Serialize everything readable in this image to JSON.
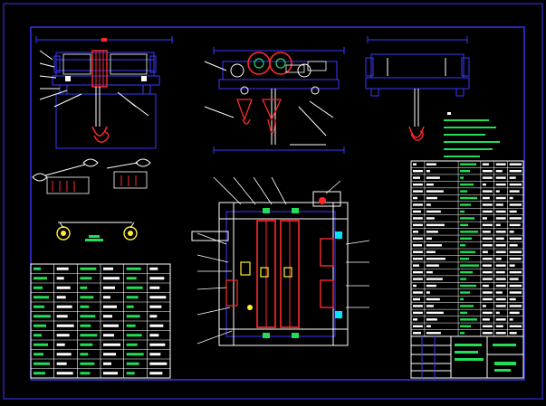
{
  "drawing": {
    "background": "#000000",
    "line_color": "#3a3aff",
    "accent_white": "#ffffff",
    "accent_red": "#ff2a2a",
    "accent_green": "#22dd55",
    "accent_cyan": "#00e5ff",
    "accent_yellow": "#ffee33",
    "accent_magenta": "#ff3df0"
  },
  "views": {
    "front_view": "hoist-front-view",
    "side_view": "trolley-side-view",
    "end_view": "hoist-end-view",
    "plan_view": "trolley-plan-view",
    "details": "rope-and-wheel-details"
  },
  "parts_list": {
    "rows": 26,
    "columns": 6
  },
  "detail_table": {
    "rows": 12,
    "columns": 6
  }
}
